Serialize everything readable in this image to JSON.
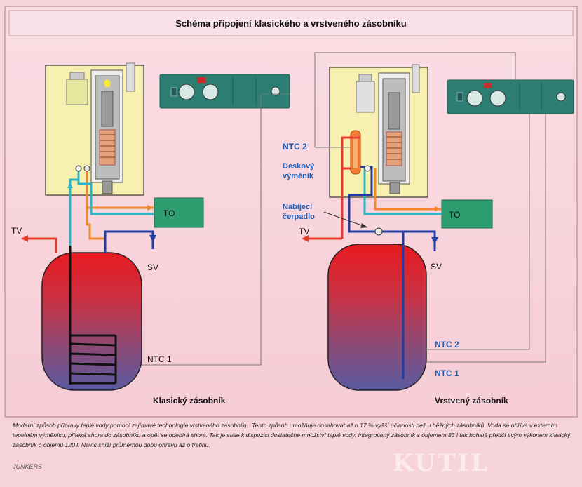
{
  "title": "Schéma připojení klasického a vrstveného zásobníku",
  "left": {
    "name": "Klasický zásobník",
    "to": "TO",
    "tv": "TV",
    "sv": "SV",
    "ntc1": "NTC 1"
  },
  "right": {
    "name": "Vrstvený zásobník",
    "to": "TO",
    "tv": "TV",
    "sv": "SV",
    "ntc1": "NTC 1",
    "ntc2": "NTC 2",
    "ntc2_top": "NTC 2",
    "exchanger": [
      "Deskový",
      "výměník"
    ],
    "pump": [
      "Nabíjecí",
      "čerpadlo"
    ]
  },
  "caption": "Moderní způsob přípravy teplé vody pomocí zajímavé technologie vrstveného zásobníku. Tento způsob umožňuje dosahovat až o 17 % vyšší účinnosti než u běžných zásobníků. Voda se ohřívá v externím tepelném výměníku, přitéká shora do zásobníku a opět se odebírá shora. Tak je stále k dispozici dostatečné množství teplé vody. Integrovaný zásobník s objemem 83 l tak bohatě předčí svým výkonem klasický zásobník o objemu 120 l. Navíc sníží průměrnou dobu ohřevu až o třetinu.",
  "brand": "JUNKERS",
  "watermark": "KUTIL",
  "colors": {
    "hot": "#e8392a",
    "cold": "#1f3da0",
    "return": "#2bb5c4",
    "flow": "#f08a30",
    "to_box": "#2e9e70",
    "boiler_body": "#f8f0b0",
    "panel": "#2c7d72"
  }
}
